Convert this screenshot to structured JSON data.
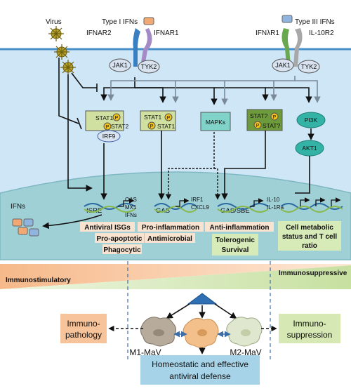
{
  "receptors": {
    "type1_ifn_label": "Type I IFNs",
    "type3_ifn_label": "Type III IFNs",
    "ifnar2": "IFNAR2",
    "ifnar1": "IFNAR1",
    "ifnlr1": "IFNλR1",
    "il10r2": "IL-10R2",
    "jak1_left": "JAK1",
    "tyk2_left": "TYK2",
    "jak1_right": "JAK1",
    "tyk2_right": "TYK2"
  },
  "virus_label": "Virus",
  "ifns_out_label": "IFNs",
  "signaling": {
    "stat1_a": "STAT1",
    "stat2_a": "STAT2",
    "irf9": "IRF9",
    "stat1_b1": "STAT1",
    "stat1_b2": "STAT1",
    "mapks": "MAPKs",
    "stat_q1": "STAT?",
    "stat_q2": "STAT?",
    "pi3k": "PI3K",
    "akt1": "AKT1",
    "p": "P"
  },
  "promoters": {
    "isre": "ISRE",
    "gas": "GAS",
    "gas_sbe": "GAS/SBE"
  },
  "genes": {
    "isre_genes": [
      "OAS",
      "MX1",
      "IFNs"
    ],
    "gas_genes": [
      "IRF1",
      "CXCL9"
    ],
    "sbe_genes": [
      "IL-10",
      "IL-1Ra"
    ]
  },
  "outcomes": {
    "antiviral_isgs": "Antiviral ISGs",
    "pro_apoptotic": "Pro-apoptotic",
    "phagocytic": "Phagocytic",
    "pro_inflammation": "Pro-inflammation",
    "antimicrobial": "Antimicrobial",
    "anti_inflammation": "Anti-inflammation",
    "tolerogenic": "Tolerogenic",
    "survival": "Survival",
    "cell_metabolic": [
      "Cell metabolic",
      "status and T cell",
      "ratio"
    ]
  },
  "bottom": {
    "immunostimulatory": "Immunostimulatory",
    "immunosuppressive": "Immunosuppressive",
    "immunopathology": [
      "Immuno-",
      "pathology"
    ],
    "immunosuppression": [
      "Immuno-",
      "suppression"
    ],
    "m1": "M1-MaV",
    "m2": "M2-MaV",
    "homeostatic": [
      "Homeostatic and effective",
      "antiviral defense"
    ]
  },
  "colors": {
    "cell": "#cfe6f7",
    "nucleus": "#9fd0d6",
    "stat1": "#cfe0a0",
    "stat_dark": "#6d9a3a",
    "pi3k": "#33b3a6",
    "p_circle": "#f2c21b",
    "mapks": "#7fd3c9",
    "outcome_box": "#f7e3cf",
    "outcome_green": "#d7ebb8",
    "immunostim": "#f6c39a",
    "immunosupp": "#d6e8b3",
    "homeostatic_box": "#a6d3e8"
  }
}
